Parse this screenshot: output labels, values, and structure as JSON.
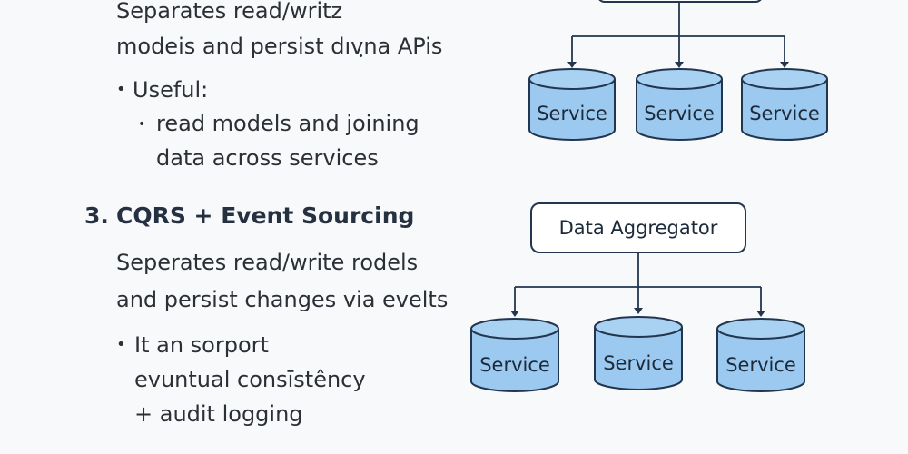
{
  "section_2": {
    "description_lines": [
      "Separates read/writz",
      "modeis and persist dıvฺna APis"
    ],
    "bullet": "Useful:",
    "sub_bullet_lines": [
      "read models and joining",
      "data across services"
    ]
  },
  "section_3": {
    "number": "3.",
    "title": "CQRS + Event Sourcing",
    "description_lines": [
      "Seperates read/write rodels",
      "and persist changes via evelts"
    ],
    "bullet_lines": [
      "It an sorport",
      "evuntual consīstêncy",
      "+ audit logging"
    ]
  },
  "diagram_top": {
    "services": [
      "Service",
      "Service",
      "Service"
    ]
  },
  "diagram_bottom": {
    "aggregator": "Data Aggregator",
    "services": [
      "Service",
      "Service",
      "Service"
    ]
  },
  "colors": {
    "cylinder_fill": "#9cc9ef",
    "cylinder_stroke": "#22364f",
    "box_stroke": "#22364f",
    "connector": "#22364f"
  }
}
